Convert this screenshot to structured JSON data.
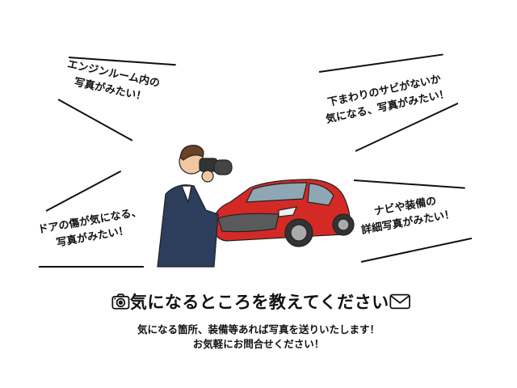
{
  "callouts": {
    "engine": {
      "line1": "エンジンルーム内の",
      "line2": "写真がみたい！"
    },
    "underbody": {
      "line1": "下まわりのサビがないか",
      "line2": "気になる、写真がみたい！"
    },
    "door": {
      "line1": "ドアの傷が気になる、",
      "line2": "写真がみたい！"
    },
    "navi": {
      "line1": "ナビや装備の",
      "line2": "詳細写真がみたい！"
    }
  },
  "illustration": {
    "description": "man-in-suit-photographing-red-car",
    "car_color": "#d42a26",
    "suit_color": "#2c3e5c"
  },
  "cta": {
    "camera_icon": "camera-icon",
    "title": "気になるところを教えてください",
    "mail_icon": "mail-icon",
    "subtext_line1": "気になる箇所、装備等あれば写真を送りいたします！",
    "subtext_line2": "お気軽にお問合せください！"
  }
}
